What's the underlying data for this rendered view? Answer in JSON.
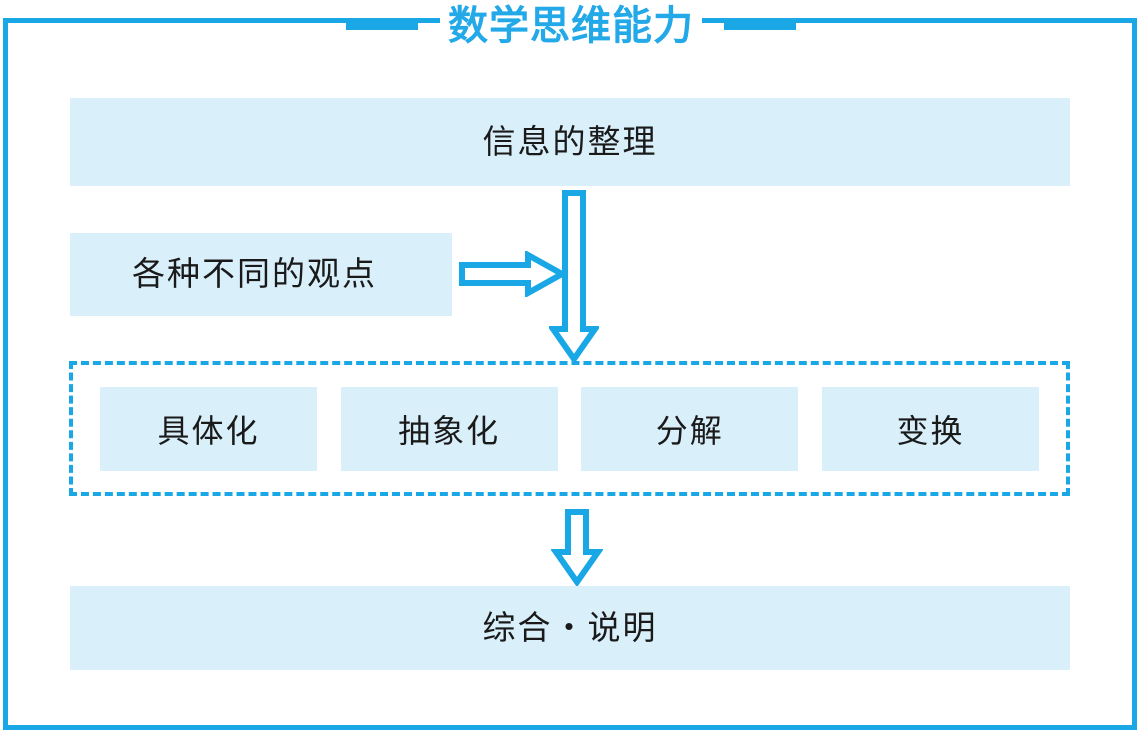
{
  "title": {
    "text": "数学思维能力",
    "accent_color": "#23a8e8",
    "rule_left": "",
    "rule_right": ""
  },
  "frame": {
    "border_color": "#19a8e5"
  },
  "palette": {
    "panel_fill": "#d9f0fb",
    "accent": "#19a8e5",
    "text": "#1a1a1a",
    "background": "#ffffff"
  },
  "nodes": {
    "info": "信息的整理",
    "views": "各种不同的观点",
    "summary": "综合・说明"
  },
  "methods": [
    {
      "label": "具体化"
    },
    {
      "label": "抽象化"
    },
    {
      "label": "分解"
    },
    {
      "label": "变换"
    }
  ],
  "arrows": [
    {
      "name": "arrow-down-long",
      "direction": "down",
      "color": "#19a8e5"
    },
    {
      "name": "arrow-right",
      "direction": "right",
      "color": "#19a8e5"
    },
    {
      "name": "arrow-down-short",
      "direction": "down",
      "color": "#19a8e5"
    }
  ]
}
